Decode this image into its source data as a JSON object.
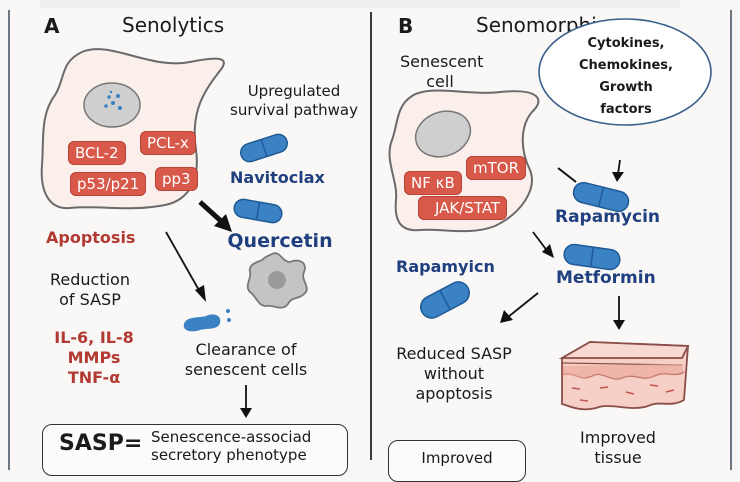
{
  "panels": {
    "a": {
      "letter": "A",
      "title": "Senolytics",
      "cell_markers": [
        "BCL-2",
        "PCL-x",
        "p53/p21",
        "pp3"
      ],
      "survival_label": "Upregulated survival pathway",
      "survival_label_line1": "Upregulated",
      "survival_label_line2": "survival pathway",
      "drugs": [
        "Navitoclax",
        "Quercetin"
      ],
      "apoptosis_label": "Apoptosis",
      "reduction_line1": "Reduction",
      "reduction_line2": "of SASP",
      "sasp_factors": [
        "IL-6, IL-8",
        "MMPs",
        "TNF-α"
      ],
      "clearance_line1": "Clearance of",
      "clearance_line2": "senescent cells",
      "sasp_def_abbrev": "SASP=",
      "sasp_def_line1": "Senescence-associad",
      "sasp_def_line2": "secretory phenotype"
    },
    "b": {
      "letter": "B",
      "title": "Senomorphics",
      "cell_label_line1": "Senescent",
      "cell_label_line2": "cell",
      "cell_markers": [
        "mTOR",
        "NF κB",
        "JAK/STAT"
      ],
      "bubble_lines": [
        "Cytokines,",
        "Chemokines,",
        "Growth",
        "factors"
      ],
      "drugs": [
        "Rapamycin",
        "Metformin",
        "Rapamyicn"
      ],
      "reduced_line1": "Reduced SASP",
      "reduced_line2": "without",
      "reduced_line3": "apoptosis",
      "improved_box_label": "Improved",
      "improved_tissue_line1": "Improved",
      "improved_tissue_line2": "tissue"
    }
  },
  "colors": {
    "marker_red": "#d8584a",
    "drug_blue": "#3b82c4",
    "drug_text": "#1f3f7f",
    "apoptosis_red": "#b23a32",
    "cell_fill": "#fbefec"
  }
}
